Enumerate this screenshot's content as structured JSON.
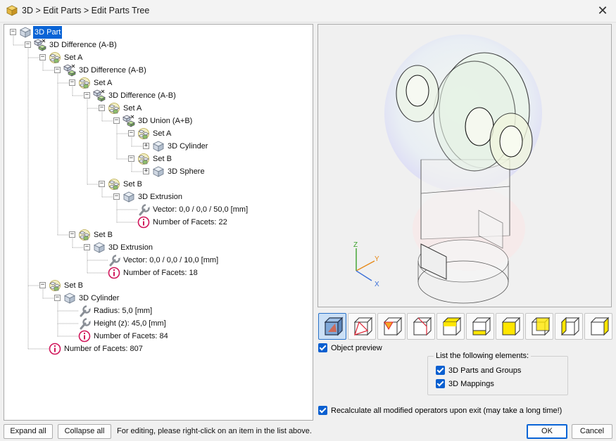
{
  "window": {
    "title": "3D > Edit Parts > Edit Parts Tree",
    "close_glyph": "✕"
  },
  "tree": {
    "nodes": [
      {
        "label": "3D Part",
        "icon": "cube-icon",
        "expander": "minus",
        "selected": true
      },
      {
        "label": "3D Difference (A-B)",
        "icon": "difference-icon",
        "expander": "minus"
      },
      {
        "label": "Set A",
        "icon": "set-icon",
        "expander": "minus"
      },
      {
        "label": "3D Difference (A-B)",
        "icon": "difference-icon",
        "expander": "minus"
      },
      {
        "label": "Set A",
        "icon": "set-icon",
        "expander": "minus"
      },
      {
        "label": "3D Difference (A-B)",
        "icon": "difference-icon",
        "expander": "minus"
      },
      {
        "label": "Set A",
        "icon": "set-icon",
        "expander": "minus"
      },
      {
        "label": "3D Union (A+B)",
        "icon": "union-icon",
        "expander": "minus"
      },
      {
        "label": "Set A",
        "icon": "set-icon",
        "expander": "minus"
      },
      {
        "label": "3D Cylinder",
        "icon": "cube-icon",
        "expander": "plus"
      },
      {
        "label": "Set B",
        "icon": "set-icon",
        "expander": "minus"
      },
      {
        "label": "3D Sphere",
        "icon": "cube-icon",
        "expander": "plus"
      },
      {
        "label": "Set B",
        "icon": "set-icon",
        "expander": "minus"
      },
      {
        "label": "3D Extrusion",
        "icon": "cube-icon",
        "expander": "minus"
      },
      {
        "label": "Vector: 0,0 / 0,0 / 50,0 [mm]",
        "icon": "wrench-icon",
        "expander": "none"
      },
      {
        "label": "Number of Facets: 22",
        "icon": "info-icon",
        "expander": "none"
      },
      {
        "label": "Set B",
        "icon": "set-icon",
        "expander": "minus"
      },
      {
        "label": "3D Extrusion",
        "icon": "cube-icon",
        "expander": "minus"
      },
      {
        "label": "Vector: 0,0 / 0,0 / 10,0 [mm]",
        "icon": "wrench-icon",
        "expander": "none"
      },
      {
        "label": "Number of Facets: 18",
        "icon": "info-icon",
        "expander": "none"
      },
      {
        "label": "Set B",
        "icon": "set-icon",
        "expander": "minus"
      },
      {
        "label": "3D Cylinder",
        "icon": "cube-icon",
        "expander": "minus"
      },
      {
        "label": "Radius: 5,0 [mm]",
        "icon": "wrench-icon",
        "expander": "none"
      },
      {
        "label": "Height (z): 45,0 [mm]",
        "icon": "wrench-icon",
        "expander": "none"
      },
      {
        "label": "Number of Facets: 84",
        "icon": "info-icon",
        "expander": "none"
      },
      {
        "label": "Number of Facets: 807",
        "icon": "info-icon",
        "expander": "none"
      }
    ]
  },
  "preview": {
    "axes": {
      "z": "Z",
      "y": "Y",
      "x": "X"
    }
  },
  "view_toolbar": {
    "buttons": [
      {
        "name": "view-solid-transparent",
        "active": true
      },
      {
        "name": "view-face-red-1"
      },
      {
        "name": "view-face-red-2"
      },
      {
        "name": "view-face-red-3"
      },
      {
        "name": "view-face-yellow-top"
      },
      {
        "name": "view-face-yellow-bottom"
      },
      {
        "name": "view-face-yellow-front"
      },
      {
        "name": "view-face-yellow-back"
      },
      {
        "name": "view-face-yellow-left"
      },
      {
        "name": "view-face-yellow-right"
      }
    ]
  },
  "options": {
    "object_preview": "Object preview",
    "list_group_title": "List the following elements:",
    "parts_and_groups": "3D Parts and Groups",
    "mappings": "3D Mappings",
    "recalculate": "Recalculate all modified operators upon exit (may take a long time!)"
  },
  "footer": {
    "expand_all": "Expand all",
    "collapse_all": "Collapse all",
    "hint": "For editing, please right-click on an item in the list above.",
    "ok": "OK",
    "cancel": "Cancel"
  },
  "colors": {
    "accent": "#0a64d6",
    "info_red": "#d0155a",
    "yellow_face": "#ffe600"
  }
}
